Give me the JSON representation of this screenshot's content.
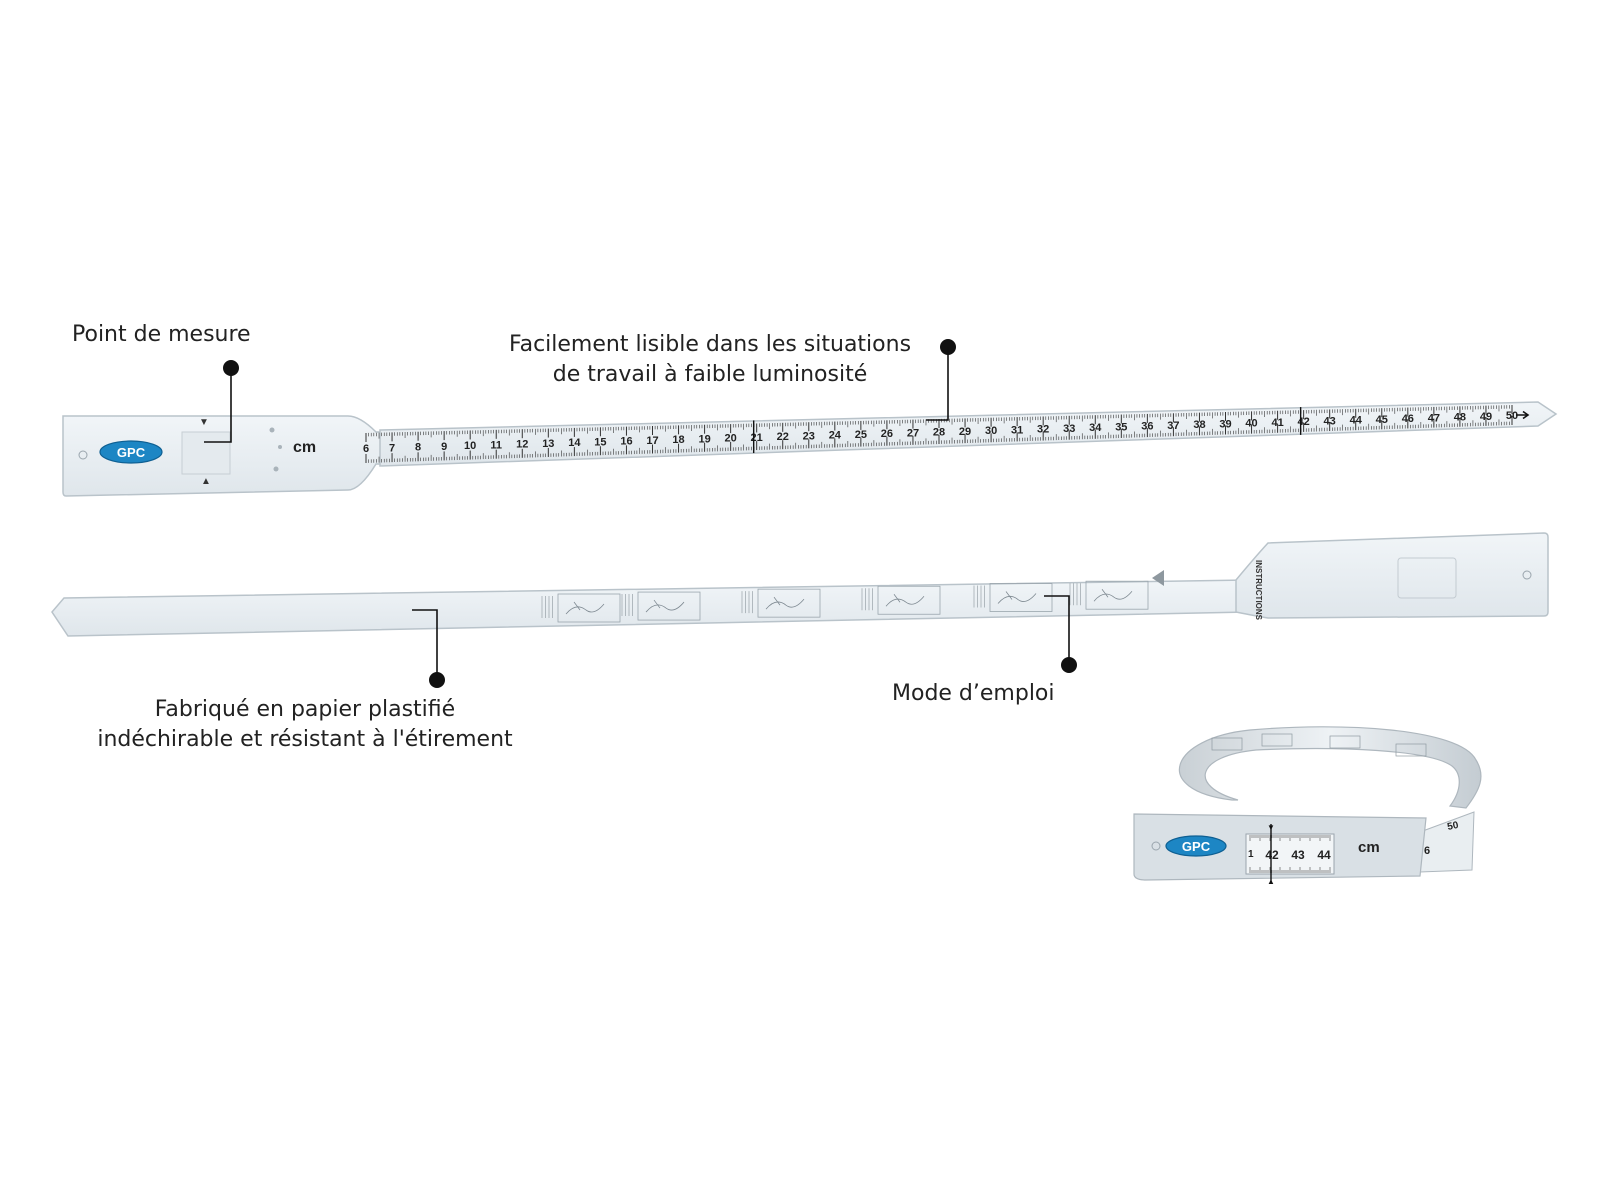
{
  "brand": {
    "logo_text": "GPC",
    "color": "#1d86c4"
  },
  "unit_label": "cm",
  "ruler": {
    "min": 6,
    "max": 50,
    "marked": [
      21,
      42
    ],
    "arrow": "right-arrow-icon"
  },
  "instructions_heading": "INSTRUCTIONS",
  "mini_tape": {
    "window_numbers": [
      "42",
      "43",
      "44"
    ],
    "edge_numbers": [
      "50",
      "6"
    ],
    "left_digit": "1"
  },
  "callouts": {
    "measure_point": "Point de mesure",
    "readable_line1": "Facilement lisible dans les situations",
    "readable_line2": "de travail à faible luminosité",
    "material_line1": "Fabriqué en papier plastifié",
    "material_line2": "indéchirable et résistant à l'étirement",
    "instructions": "Mode d’emploi"
  },
  "colors": {
    "tape": "#e8eef2",
    "tape_edge": "#b9c3ca",
    "ink": "#222222",
    "leader": "#111111"
  }
}
